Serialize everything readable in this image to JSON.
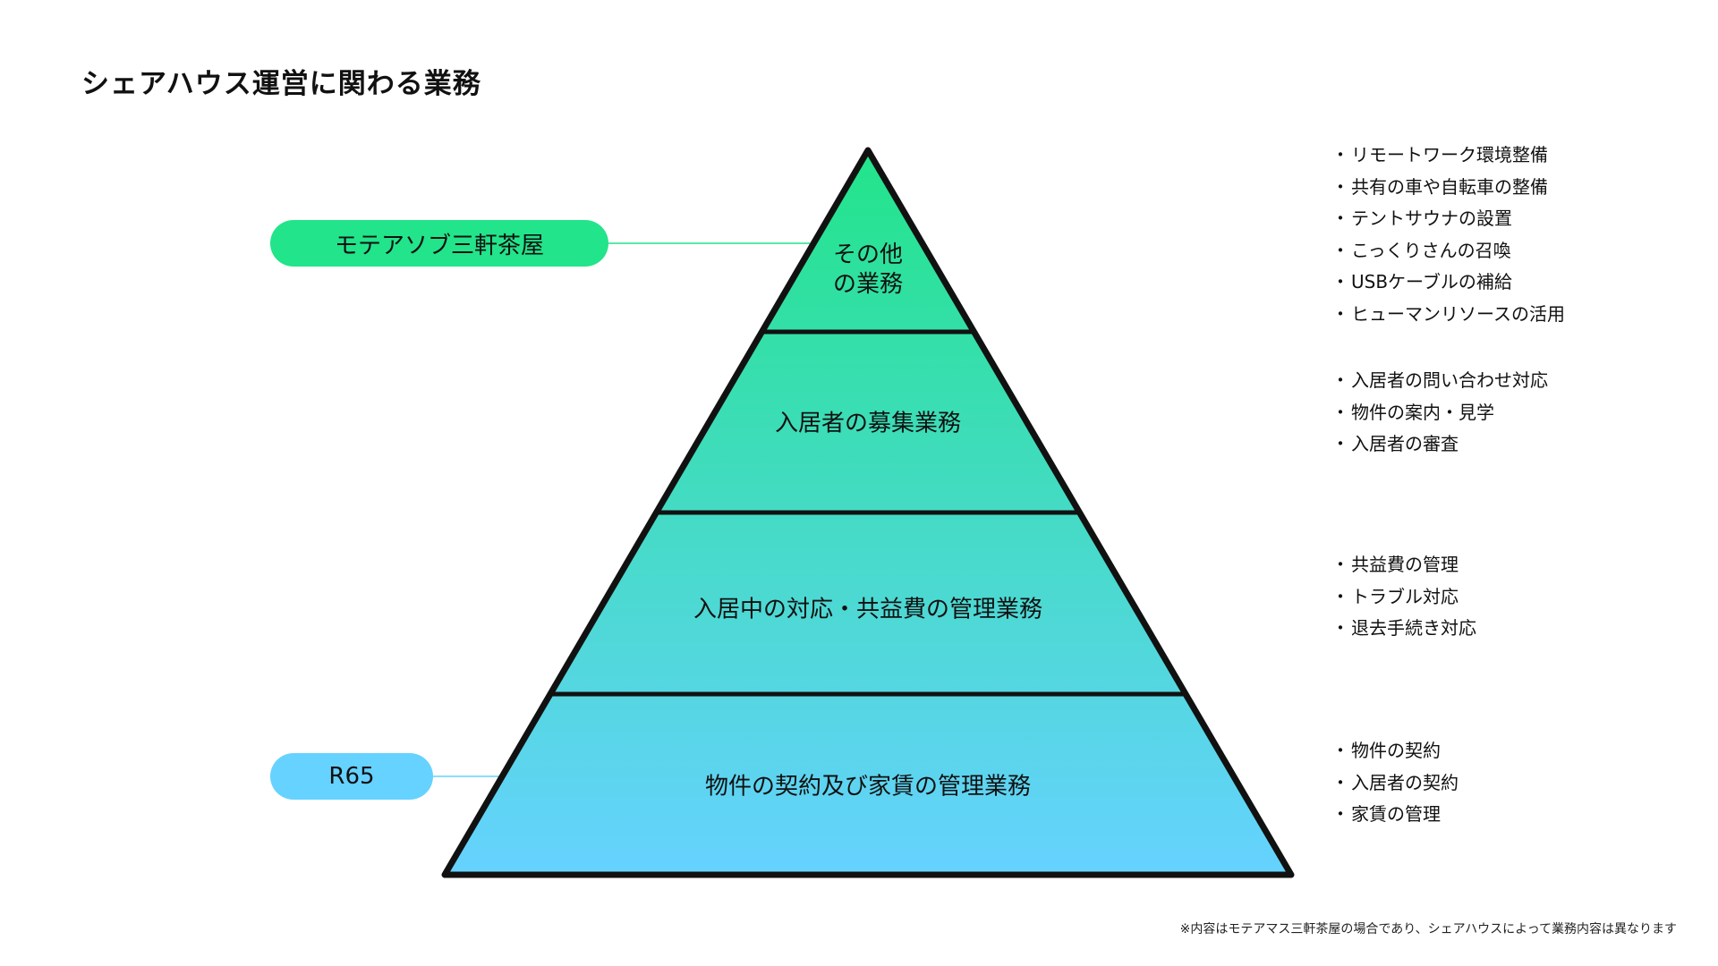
{
  "title": "シェアハウス運営に関わる業務",
  "colors": {
    "top": "#22e48a",
    "bottom": "#66d2ff",
    "outline": "#111111",
    "pill_top": "#22e48a",
    "pill_bottom": "#66d2ff",
    "connector_top": "#22e48a",
    "connector_bottom": "#66d2ff"
  },
  "tiers": [
    {
      "label_lines": [
        "その他",
        "の業務"
      ],
      "bullets": [
        "リモートワーク環境整備",
        "共有の車や自転車の整備",
        "テントサウナの設置",
        "こっくりさんの召喚",
        "USBケーブルの補給",
        "ヒューマンリソースの活用"
      ]
    },
    {
      "label_lines": [
        "入居者の募集業務"
      ],
      "bullets": [
        "入居者の問い合わせ対応",
        "物件の案内・見学",
        "入居者の審査"
      ]
    },
    {
      "label_lines": [
        "入居中の対応・共益費の管理業務"
      ],
      "bullets": [
        "共益費の管理",
        "トラブル対応",
        "退去手続き対応"
      ]
    },
    {
      "label_lines": [
        "物件の契約及び家賃の管理業務"
      ],
      "bullets": [
        "物件の契約",
        "入居者の契約",
        "家賃の管理"
      ]
    }
  ],
  "callouts": [
    {
      "label": "モテアソブ三軒茶屋"
    },
    {
      "label": "R65"
    }
  ],
  "footnote": "※内容はモテアマス三軒茶屋の場合であり、シェアハウスによって業務内容は異なります"
}
